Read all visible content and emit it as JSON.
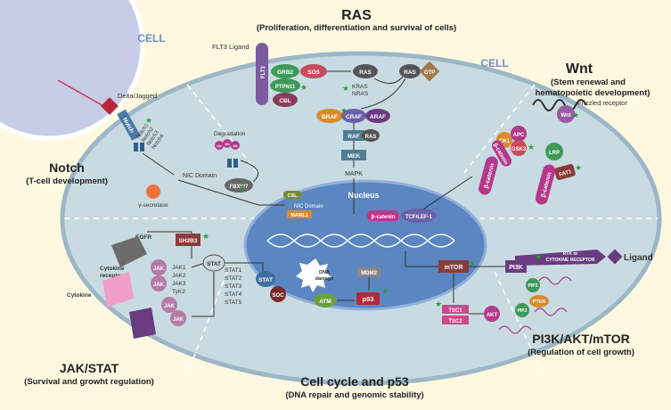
{
  "sections": {
    "ras": {
      "title": "RAS",
      "subtitle": "(Proliferation, differentiation and survival of cells)"
    },
    "wnt": {
      "title": "Wnt",
      "subtitle1": "(Stem renewal and",
      "subtitle2": "hematopoietic development)"
    },
    "notch": {
      "title": "Notch",
      "subtitle": "(T-cell development)"
    },
    "jakstat": {
      "title": "JAK/STAT",
      "subtitle": "(Survival and growht regulation)"
    },
    "cellcycle": {
      "title": "Cell cycle and p53",
      "subtitle": "(DNA repair and genomic stability)"
    },
    "pi3k": {
      "title": "PI3K/AKT/mTOR",
      "subtitle": "(Regulation of cell growth)"
    }
  },
  "cell_labels": {
    "left": "CELL",
    "right": "CELL",
    "nucleus": "Nucleus"
  },
  "ras_pathway": {
    "flt3_ligand": "FLT3 Ligand",
    "flt3": "FLT3",
    "grb2": "GRB2",
    "sos": "SOS",
    "ptpn11": "PTPN11",
    "cbl": "CBL",
    "ras1": "RAS",
    "kras": "KRAS",
    "nras": "NRAS",
    "ras2": "RAS",
    "gtp": "GTP",
    "braf": "BRAF",
    "craf": "CRAF",
    "araf": "ARAF",
    "raf": "RAF",
    "ras3": "RAS",
    "mek": "MEK",
    "mapk": "MAPK"
  },
  "wnt_pathway": {
    "wnt": "Wnt",
    "frizzled": "Frizzled receptor",
    "lrp": "LRP",
    "ck1": "CK1",
    "apc": "APC",
    "gsk3": "GSK3",
    "bcat1": "β-catenin",
    "bcat2": "β-catenin",
    "bcat3": "β-catenin",
    "fat1": "FAT1"
  },
  "notch_pathway": {
    "delta": "Delta/Jagged",
    "notch": "Notch",
    "notch1": "Notch1",
    "notch2": "Notch2",
    "notch3": "Notch3",
    "notch4": "Notch4",
    "nic1": "NIC Domain",
    "gamma": "γ-secretase",
    "degradation": "Degradation",
    "fbxw7": "FBXW7",
    "csl": "CSL",
    "nic2": "NIC Domain",
    "maml1": "MAML1",
    "ub": "Ub"
  },
  "jak_pathway": {
    "egfr": "EGFR",
    "sh2b3": "SH2B3",
    "cytokine_receptor1": "Cytokine",
    "cytokine_receptor2": "receptor",
    "cytokine": "Cytokine",
    "jak": "JAK",
    "jak1": "JAK1",
    "jak2": "JAK2",
    "jak3": "JAK3",
    "tyk2": "TyK2",
    "stat": "STAT",
    "stat1": "STAT1",
    "stat2": "STAT2",
    "stat3": "STAT3",
    "stat4": "STAT4",
    "stat5": "STAT5",
    "soc": "SOC"
  },
  "nucleus_items": {
    "bcat": "β-catenin",
    "tcf": "TCF/LEF-1",
    "dna1": "DNA",
    "dna2": "damage",
    "mdm2": "MDM2",
    "atm": "ATM",
    "p53": "p53"
  },
  "pi3k_pathway": {
    "rtk1": "RTK or",
    "rtk2": "CYTOKINE RECEPTOR",
    "ligand": "Ligand",
    "pi3k": "PI3K",
    "pip2": "PIP2",
    "pip3": "PIP3",
    "pten": "PTEN",
    "akt": "AKT",
    "mtor": "mTOR",
    "tsc1": "TSC1",
    "tsc2": "TSC2"
  },
  "colors": {
    "cell": "#c9dbe2",
    "nucleus": "#5b86c1",
    "magenta": "#b5388a",
    "green": "#3a9a3a",
    "purple": "#6a3b80"
  }
}
